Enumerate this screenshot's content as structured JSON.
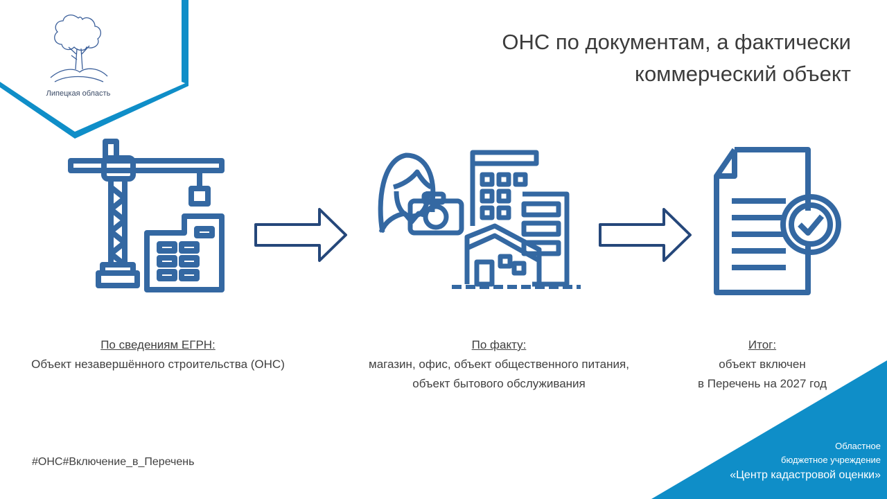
{
  "header": {
    "title_line1": "ОНС по документам, а фактически",
    "title_line2": "коммерческий объект"
  },
  "logo": {
    "caption": "Липецкая область",
    "icon": "tree-icon"
  },
  "steps": [
    {
      "icon": "construction-crane-icon",
      "heading": "По сведениям ЕГРН:",
      "line1": "Объект незавершённого строительства (ОНС)"
    },
    {
      "icon": "photographer-building-icon",
      "heading": "По факту:",
      "line1": "магазин, офис, объект общественного питания,",
      "line2": "объект бытового обслуживания"
    },
    {
      "icon": "approved-document-icon",
      "heading": "Итог:",
      "line1": "объект включен",
      "line2": "в Перечень на 2027 год"
    }
  ],
  "arrows": [
    "arrow-right-icon",
    "arrow-right-icon"
  ],
  "footer": {
    "hashtag": "#ОНС#Включение_в_Перечень",
    "org_line1": "Областное",
    "org_line2": "бюджетное учреждение",
    "org_line3": "«Центр кадастровой оценки»"
  },
  "colors": {
    "icon_blue": "#3468a2",
    "accent_blue": "#0f8ec8",
    "dark_navy": "#25477a"
  }
}
